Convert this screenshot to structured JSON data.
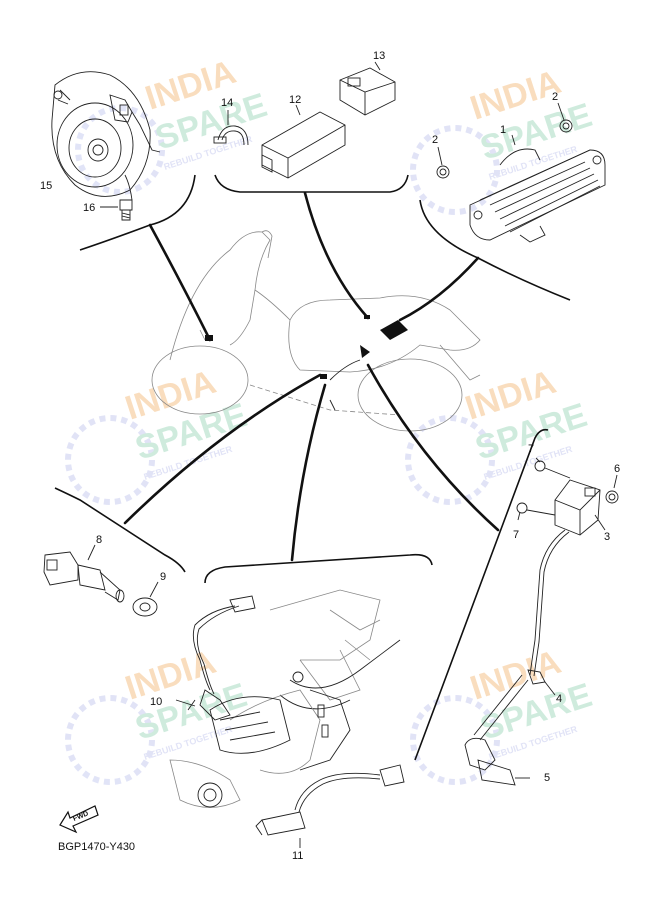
{
  "watermark": {
    "line1": "INDIA",
    "line2": "SPARE",
    "tagline": "REBUILD TOGETHER",
    "color_orange": "#f5c38a",
    "color_green": "#a9dcc3",
    "color_blue": "#c9cdf0"
  },
  "callouts": [
    "1",
    "2",
    "2",
    "3",
    "4",
    "5",
    "6",
    "7",
    "7",
    "8",
    "9",
    "10",
    "11",
    "12",
    "13",
    "14",
    "15",
    "16"
  ],
  "fwd_label": "FWD",
  "diagram_code": "BGP1470-Y430"
}
